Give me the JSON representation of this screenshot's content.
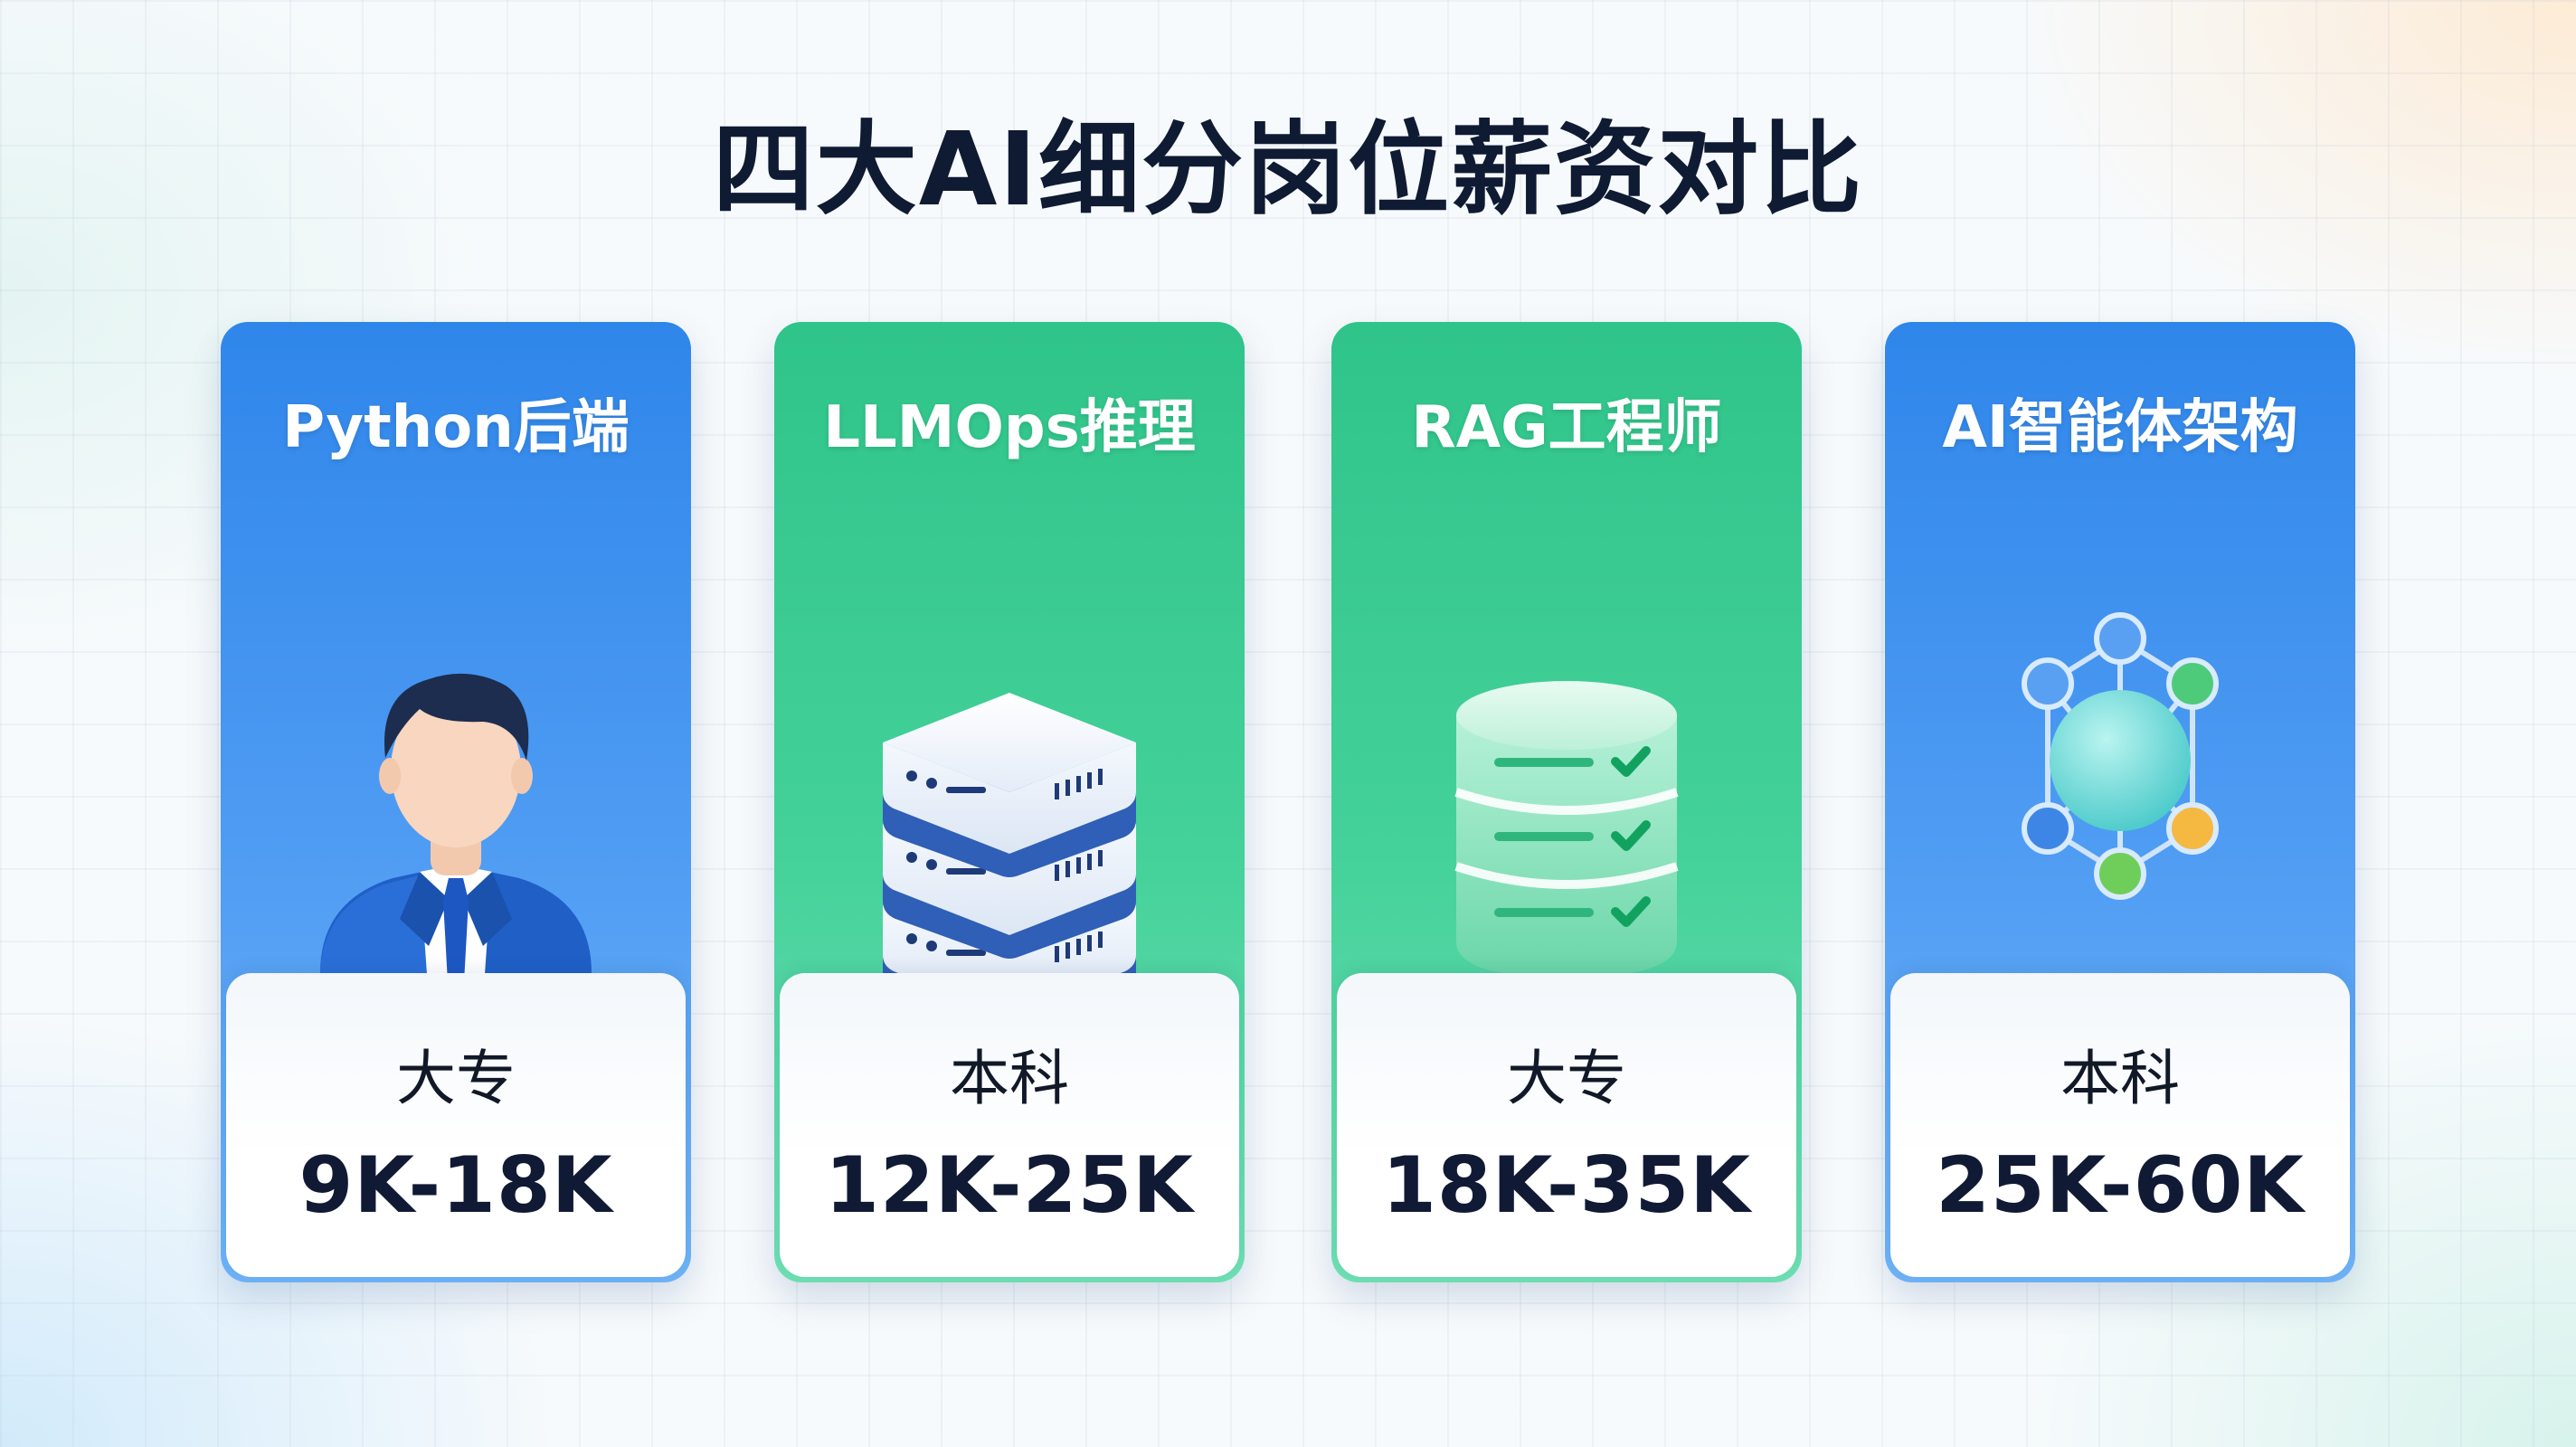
{
  "title": "四大AI细分岗位薪资对比",
  "colors": {
    "blue": "#3b8ef0",
    "green": "#38cc90",
    "title": "#0f1a33"
  },
  "cards": [
    {
      "name": "Python后端",
      "education": "大专",
      "salary": "9K-18K",
      "theme": "blue",
      "icon": "person-icon"
    },
    {
      "name": "LLMOps推理",
      "education": "本科",
      "salary": "12K-25K",
      "theme": "green",
      "icon": "server-stack-icon"
    },
    {
      "name": "RAG工程师",
      "education": "大专",
      "salary": "18K-35K",
      "theme": "green",
      "icon": "database-icon"
    },
    {
      "name": "AI智能体架构",
      "education": "本科",
      "salary": "25K-60K",
      "theme": "blue",
      "icon": "network-icon"
    }
  ]
}
